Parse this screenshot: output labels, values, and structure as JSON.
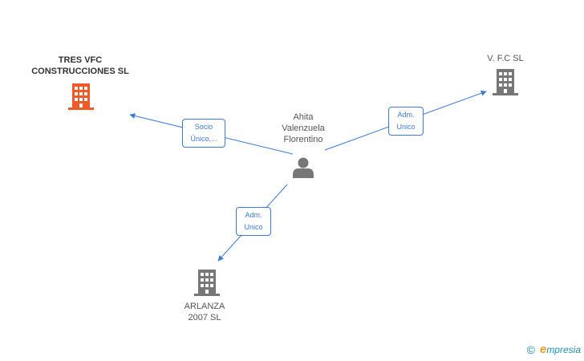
{
  "nodes": {
    "person": {
      "label_line1": "Ahita",
      "label_line2": "Valenzuela",
      "label_line3": "Florentino",
      "icon": "person-icon"
    },
    "tres_vfc": {
      "label_line1": "TRES VFC",
      "label_line2": "CONSTRUCCIONES SL",
      "icon": "building-icon",
      "color": "#f05a28"
    },
    "vfc": {
      "label_line1": "V. F.C SL",
      "icon": "building-icon",
      "color": "#777777"
    },
    "arlanza": {
      "label_line1": "ARLANZA",
      "label_line2": "2007 SL",
      "icon": "building-icon",
      "color": "#777777"
    }
  },
  "relations": {
    "to_tres_vfc": {
      "line1": "Socio",
      "line2": "Único,..."
    },
    "to_vfc": {
      "line1": "Adm.",
      "line2": "Unico"
    },
    "to_arlanza": {
      "line1": "Adm.",
      "line2": "Unico"
    }
  },
  "colors": {
    "edge": "#3a7bd5",
    "main_company": "#f05a28",
    "company": "#777777",
    "person": "#777777"
  },
  "footer": {
    "copyright_symbol": "©",
    "brand_initial": "e",
    "brand_rest": "mpresia"
  }
}
